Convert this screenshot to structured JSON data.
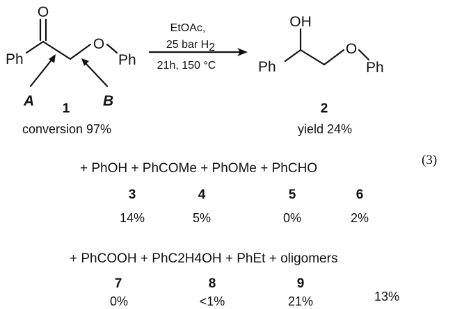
{
  "reactant": {
    "atoms": {
      "oxygen": "O",
      "phenyl_left": "Ph",
      "ether_oxygen": "O",
      "phenyl_right": "Ph"
    },
    "site_a": "A",
    "site_b": "B",
    "number": "1",
    "caption": "conversion 97%"
  },
  "conditions": {
    "solvent": "EtOAc,",
    "pressure_prefix": "25 bar H",
    "pressure_sub": "2",
    "time_temp": "21h, 150 °C"
  },
  "product": {
    "atoms": {
      "hydroxyl": "OH",
      "phenyl_left": "Ph",
      "ether_oxygen": "O",
      "phenyl_right": "Ph"
    },
    "number": "2",
    "caption": "yield 24%"
  },
  "byproducts_row1": {
    "line": "+ PhOH + PhCOMe + PhOMe + PhCHO",
    "items": [
      {
        "number": "3",
        "yield": "14%"
      },
      {
        "number": "4",
        "yield": "5%"
      },
      {
        "number": "5",
        "yield": "0%"
      },
      {
        "number": "6",
        "yield": "2%"
      }
    ]
  },
  "byproducts_row2": {
    "line": "+ PhCOOH + PhC2H4OH + PhEt + oligomers",
    "items": [
      {
        "number": "7",
        "yield": "0%"
      },
      {
        "number": "8",
        "yield": "<1%"
      },
      {
        "number": "9",
        "yield": "21%"
      }
    ],
    "oligomers_yield": "13%"
  },
  "equation_number": "(3)"
}
